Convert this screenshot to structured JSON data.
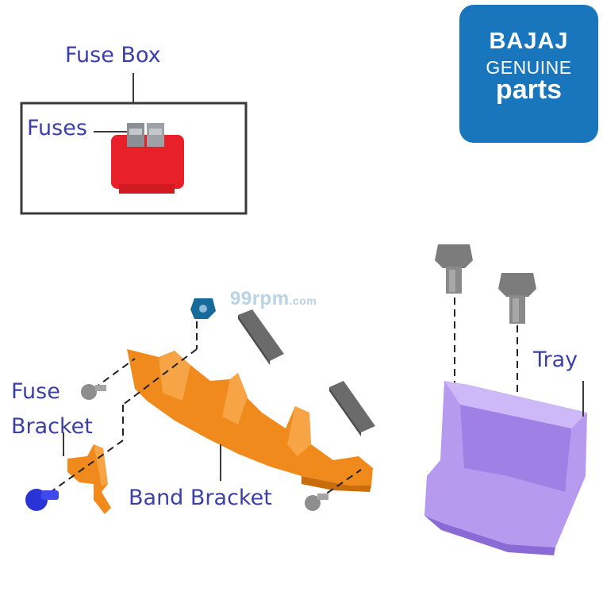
{
  "labels": {
    "fuse_box": "Fuse Box",
    "fuses": "Fuses",
    "tray": "Tray",
    "fuse_bracket_line1": "Fuse",
    "fuse_bracket_line2": "Bracket",
    "band_bracket": "Band Bracket"
  },
  "brand_logo": {
    "line1": "BAJAJ",
    "line2": "GENUINE",
    "line3": "parts",
    "background": "#1976bd"
  },
  "watermark": {
    "main": "99rpm",
    "suffix": ".com"
  },
  "colors": {
    "label_text": "#3d3fa8",
    "fuse_red": "#e8202a",
    "band_bracket_orange": "#f08a1c",
    "tray_purple": "#b59af0",
    "screw_blue": "#2a33d6"
  }
}
